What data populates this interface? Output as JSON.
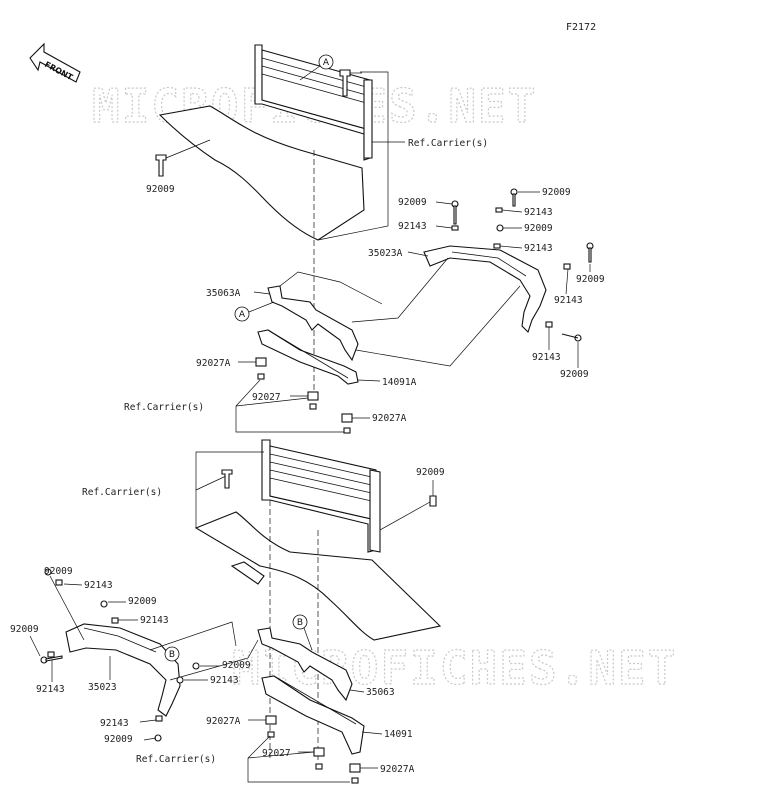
{
  "figure_id": "F2172",
  "direction_arrow": {
    "label": "FRONT",
    "icon": "front-arrow-icon"
  },
  "watermark": "MICROFICHES.NET",
  "callout_markers": [
    "A",
    "B"
  ],
  "labels": {
    "upper_bolt_left": "92009",
    "upper_ref_carrier": "Ref.Carrier(s)",
    "upper_r_bolt1": "92009",
    "upper_r_washer1": "92143",
    "upper_r_bolt2": "92009",
    "upper_r_washer2": "92143",
    "upper_r_bolt3": "92009",
    "upper_r_washer3": "92143",
    "upper_cover": "35023A",
    "upper_r_bolt4": "92009",
    "upper_r_washer4": "92143",
    "upper_r_washer5": "92143",
    "upper_r_bolt5": "92009",
    "upper_bracket": "35063A",
    "upper_nut_a": "92027A",
    "upper_frame": "14091A",
    "upper_ref_carrier2": "Ref.Carrier(s)",
    "upper_nut": "92027",
    "upper_nut_a2": "92027A",
    "lower_ref_carrier": "Ref.Carrier(s)",
    "lower_bolt_right": "92009",
    "lower_l_bolt1": "92009",
    "lower_l_washer1": "92143",
    "lower_l_bolt2": "92009",
    "lower_l_washer2": "92143",
    "lower_l_bolt3": "92009",
    "lower_l_washer3": "92143",
    "lower_cover": "35023",
    "lower_l_bolt4": "92009",
    "lower_l_washer4": "92143",
    "lower_l_washer5": "92143",
    "lower_l_bolt5": "92009",
    "lower_bracket": "35063",
    "lower_nut_a": "92027A",
    "lower_frame": "14091",
    "lower_ref_carrier2": "Ref.Carrier(s)",
    "lower_nut": "92027",
    "lower_nut_a2": "92027A"
  }
}
